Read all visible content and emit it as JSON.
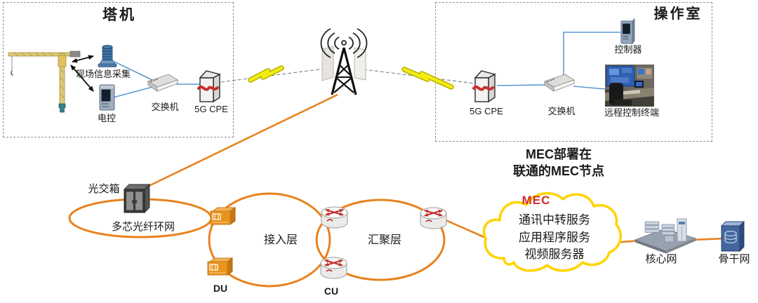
{
  "colors": {
    "ring_orange": "#E8821E",
    "lightning_yellow": "#F3EC14",
    "cloud_yellow": "#FFD400",
    "blue_link": "#5B9BD5",
    "mec_red": "#D42A2A",
    "box_border_gray": "#8F8F8F"
  },
  "tower_box": {
    "title": "塔机",
    "collect_label": "现场信息采集",
    "econtrol_label": "电控",
    "switch_label": "交换机",
    "cpe_label": "5G CPE"
  },
  "operation_box": {
    "title": "操作室",
    "cpe_label": "5G CPE",
    "switch_label": "交换机",
    "controller_label": "控制器",
    "terminal_label": "远程控制终端"
  },
  "transport": {
    "fiber_box_label": "光交箱",
    "fiber_ring_label": "多芯光纤环网",
    "access_label": "接入层",
    "aggregation_label": "汇聚层",
    "du_label": "DU",
    "cu_label": "CU"
  },
  "mec": {
    "note_line1": "MEC部署在",
    "note_line2": "联通的MEC节点",
    "cloud_title": "MEC",
    "services": [
      "通讯中转服务",
      "应用程序服务",
      "视频服务器"
    ]
  },
  "core": {
    "core_net_label": "核心网",
    "backbone_label": "骨干网"
  }
}
